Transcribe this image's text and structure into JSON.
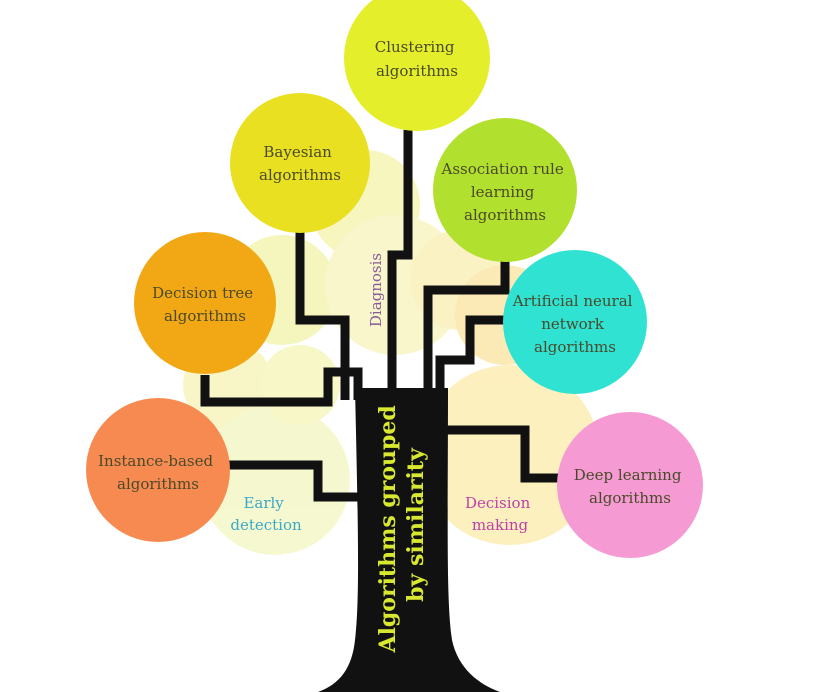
{
  "diagram": {
    "trunk_label": [
      "Algorithms grouped",
      "by similarity"
    ],
    "regions": [
      {
        "id": "diagnosis",
        "text": "Diagnosis",
        "color": "#8a5a9a"
      },
      {
        "id": "early",
        "lines": [
          "Early",
          "detection"
        ],
        "color": "#3aa8c8"
      },
      {
        "id": "decision",
        "lines": [
          "Decision",
          "making"
        ],
        "color": "#c040a8"
      }
    ],
    "nodes": [
      {
        "id": "clustering",
        "lines": [
          "Clustering",
          "algorithms"
        ],
        "color": "#e5ee2a",
        "text_color": "#5a5a2a"
      },
      {
        "id": "bayesian",
        "lines": [
          "Bayesian",
          "algorithms"
        ],
        "color": "#e8e020",
        "text_color": "#5a5a2a"
      },
      {
        "id": "association",
        "lines": [
          "Association rule",
          "learning",
          "algorithms"
        ],
        "color": "#b2e02e",
        "text_color": "#2f5020"
      },
      {
        "id": "decision-tree",
        "lines": [
          "Decision tree",
          "algorithms"
        ],
        "color": "#f2a814",
        "text_color": "#5a3a10"
      },
      {
        "id": "neural",
        "lines": [
          "Artificial neural",
          "network",
          "algorithms"
        ],
        "color": "#2fe2d2",
        "text_color": "#205050"
      },
      {
        "id": "instance",
        "lines": [
          "Instance-based",
          "algorithms"
        ],
        "color": "#f78a50",
        "text_color": "#6a2a10"
      },
      {
        "id": "deep",
        "lines": [
          "Deep learning",
          "algorithms"
        ],
        "color": "#f59ad2",
        "text_color": "#6a2050"
      }
    ]
  }
}
